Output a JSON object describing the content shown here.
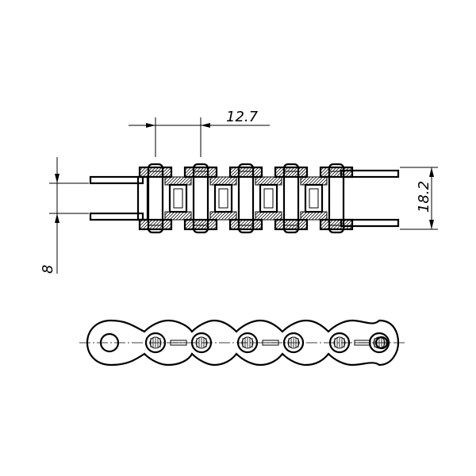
{
  "drawing": {
    "dimensions": {
      "pitch": "12.7",
      "inner_width": "8",
      "overall_width": "18.2"
    },
    "top_view": {
      "pin_count": 5
    },
    "side_view": {
      "plate_pairs": 3
    },
    "colors": {
      "stroke": "#000000",
      "background": "#ffffff"
    }
  }
}
